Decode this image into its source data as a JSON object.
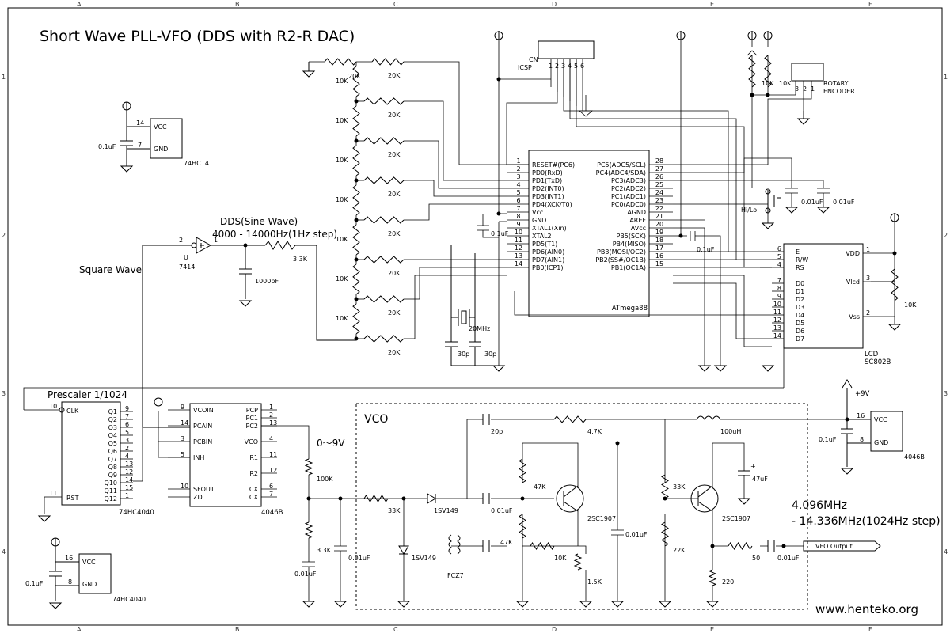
{
  "title": "Short Wave PLL-VFO (DDS with R2-R DAC)",
  "website": "www.henteko.org",
  "grid": {
    "columns": [
      "A",
      "B",
      "C",
      "D",
      "E",
      "F"
    ],
    "rows": [
      "1",
      "2",
      "3",
      "4"
    ]
  },
  "blocks": {
    "dds_label": "DDS(Sine Wave)",
    "dds_range": "4000 - 14000Hz(1Hz step)",
    "square_wave": "Square Wave",
    "prescaler": "Prescaler 1/1024",
    "vco": "VCO",
    "vco_range_1": "4.096MHz",
    "vco_range_2": "- 14.336MHz(1024Hz step)",
    "vfo_output": "VFO Output",
    "tuning_voltage": "0～9V",
    "supply": "+9V",
    "hilo": "Hi/Lo",
    "icsp_cn": "CN",
    "icsp": "ICSP",
    "encoder": "ROTARY\nENCODER",
    "encoder_line1": "ROTARY",
    "encoder_line2": "ENCODER"
  },
  "mcu": {
    "name": "ATmega88",
    "left_pins": [
      {
        "num": "1",
        "name": "RESET#(PC6)"
      },
      {
        "num": "2",
        "name": "PD0(RxD)"
      },
      {
        "num": "3",
        "name": "PD1(TxD)"
      },
      {
        "num": "4",
        "name": "PD2(INT0)"
      },
      {
        "num": "5",
        "name": "PD3(INT1)"
      },
      {
        "num": "6",
        "name": "PD4(XCK/T0)"
      },
      {
        "num": "7",
        "name": "Vcc"
      },
      {
        "num": "8",
        "name": "GND"
      },
      {
        "num": "9",
        "name": "XTAL1(Xin)"
      },
      {
        "num": "10",
        "name": "XTAL2"
      },
      {
        "num": "11",
        "name": "PD5(T1)"
      },
      {
        "num": "12",
        "name": "PD6(AIN0)"
      },
      {
        "num": "13",
        "name": "PD7(AIN1)"
      },
      {
        "num": "14",
        "name": "PB0(ICP1)"
      }
    ],
    "right_pins": [
      {
        "num": "28",
        "name": "PC5(ADC5/SCL)"
      },
      {
        "num": "27",
        "name": "PC4(ADC4/SDA)"
      },
      {
        "num": "26",
        "name": "PC3(ADC3)"
      },
      {
        "num": "25",
        "name": "PC2(ADC2)"
      },
      {
        "num": "24",
        "name": "PC1(ADC1)"
      },
      {
        "num": "23",
        "name": "PC0(ADC0)"
      },
      {
        "num": "22",
        "name": "AGND"
      },
      {
        "num": "21",
        "name": "AREF"
      },
      {
        "num": "20",
        "name": "AVcc"
      },
      {
        "num": "19",
        "name": "PB5(SCK)"
      },
      {
        "num": "18",
        "name": "PB4(MISO)"
      },
      {
        "num": "17",
        "name": "PB3(MOSI/OC2)"
      },
      {
        "num": "16",
        "name": "PB2(SS#/OC1B)"
      },
      {
        "num": "15",
        "name": "PB1(OC1A)"
      }
    ]
  },
  "lcd": {
    "name": "LCD",
    "part": "SC802B",
    "left_pins": [
      {
        "num": "6",
        "name": "E"
      },
      {
        "num": "5",
        "name": "R/W"
      },
      {
        "num": "4",
        "name": "RS"
      },
      {
        "num": "7",
        "name": "D0"
      },
      {
        "num": "8",
        "name": "D1"
      },
      {
        "num": "9",
        "name": "D2"
      },
      {
        "num": "10",
        "name": "D3"
      },
      {
        "num": "11",
        "name": "D4"
      },
      {
        "num": "12",
        "name": "D5"
      },
      {
        "num": "13",
        "name": "D6"
      },
      {
        "num": "14",
        "name": "D7"
      }
    ],
    "right_pins": [
      {
        "num": "1",
        "name": "VDD"
      },
      {
        "num": "3",
        "name": "Vlcd"
      },
      {
        "num": "2",
        "name": "Vss"
      }
    ]
  },
  "ic_4040": {
    "name": "74HC4040",
    "clk": {
      "num": "10",
      "name": "CLK"
    },
    "rst": {
      "num": "11",
      "name": "RST"
    },
    "outputs": [
      {
        "num": "9",
        "name": "Q1"
      },
      {
        "num": "7",
        "name": "Q2"
      },
      {
        "num": "6",
        "name": "Q3"
      },
      {
        "num": "5",
        "name": "Q4"
      },
      {
        "num": "3",
        "name": "Q5"
      },
      {
        "num": "2",
        "name": "Q6"
      },
      {
        "num": "4",
        "name": "Q7"
      },
      {
        "num": "13",
        "name": "Q8"
      },
      {
        "num": "12",
        "name": "Q9"
      },
      {
        "num": "14",
        "name": "Q10"
      },
      {
        "num": "15",
        "name": "Q11"
      },
      {
        "num": "1",
        "name": "Q12"
      }
    ]
  },
  "ic_4046": {
    "name": "4046B",
    "left_pins": [
      {
        "num": "9",
        "name": "VCOIN"
      },
      {
        "num": "14",
        "name": "PCAIN"
      },
      {
        "num": "3",
        "name": "PCBIN"
      },
      {
        "num": "5",
        "name": "INH"
      },
      {
        "num": "10",
        "name": "SFOUT"
      },
      {
        "num": "",
        "name": "ZD"
      }
    ],
    "right_pins": [
      {
        "num": "1",
        "name": "PCP"
      },
      {
        "num": "2",
        "name": "PC1"
      },
      {
        "num": "13",
        "name": "PC2"
      },
      {
        "num": "4",
        "name": "VCO"
      },
      {
        "num": "11",
        "name": "R1"
      },
      {
        "num": "12",
        "name": "R2"
      },
      {
        "num": "6",
        "name": "CX"
      },
      {
        "num": "7",
        "name": "CX"
      }
    ]
  },
  "power_boxes": [
    {
      "name": "74HC14",
      "vcc": "VCC",
      "gnd": "GND",
      "vcc_pin": "14",
      "gnd_pin": "7",
      "cap": "0.1uF"
    },
    {
      "name": "74HC4040",
      "vcc": "VCC",
      "gnd": "GND",
      "vcc_pin": "16",
      "gnd_pin": "8",
      "cap": "0.1uF"
    },
    {
      "name": "4046B",
      "vcc": "VCC",
      "gnd": "GND",
      "vcc_pin": "16",
      "gnd_pin": "8",
      "cap": "0.1uF"
    }
  ],
  "components": {
    "r2r_20k": "20K",
    "r2r_10k": "10K",
    "r_3k3": "3.3K",
    "c_1000p": "1000pF",
    "inv_pins": [
      "2",
      "1"
    ],
    "inv_ref": "U",
    "inv_part": "7414",
    "xtal": "20MHz",
    "c_30p": "30p",
    "c_01uf": "0.1uF",
    "c_001uf": "0.01uF",
    "r_10k": "10K",
    "r_100k": "100K",
    "r_33k": "33K",
    "diode": "1SV149",
    "coil": "FCZ7",
    "c_20p": "20p",
    "r_47k": "47K",
    "r_4k7": "4.7K",
    "q1": "2SC1907",
    "q2": "2SC1907",
    "r_1k5": "1.5K",
    "r_22k": "22K",
    "r_220": "220",
    "r_50": "50",
    "l_100uh": "100uH",
    "c_47uf": "47uF",
    "icsp_pins": [
      "1",
      "2",
      "3",
      "4",
      "5",
      "6"
    ],
    "enc_pins": [
      "3",
      "2",
      "1"
    ],
    "lcd_contrast": "10K"
  }
}
